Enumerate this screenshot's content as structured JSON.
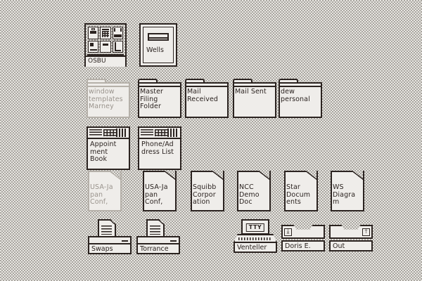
{
  "desktop": {
    "background_color": "#e8e6e2",
    "dither_color": "#a9a6a0",
    "ink_color": "#2b2320",
    "face_color": "#efedea",
    "dim_ink_color": "#b5b0a9"
  },
  "rows": {
    "row1": {
      "suite": {
        "label": "OSBU",
        "cells": [
          {
            "icon": "printer-icon"
          },
          {
            "icon": "calculator-icon"
          },
          {
            "icon": "in-tray-icon"
          },
          {
            "icon": "form-document-icon"
          },
          {
            "icon": "memo-document-icon"
          },
          {
            "icon": "report-document-icon"
          }
        ]
      },
      "record_file": {
        "label": "Wells"
      }
    },
    "folders": [
      {
        "label": "window\ntemplates\nMarney",
        "state": "dimmed"
      },
      {
        "label": "Master\nFiling\nFolder",
        "state": "normal"
      },
      {
        "label": "Mail\nReceived",
        "state": "normal"
      },
      {
        "label": "Mail Sent",
        "state": "normal"
      },
      {
        "label": "dew\npersonal",
        "state": "normal"
      }
    ],
    "books": [
      {
        "label": "Appoint\nment\nBook"
      },
      {
        "label": "Phone/Ad\ndress List"
      }
    ],
    "documents": [
      {
        "label": "USA-Ja\npan\nConf,",
        "state": "dimmed"
      },
      {
        "label": "USA-Ja\npan\nConf,",
        "state": "normal"
      },
      {
        "label": "Squibb\nCorpor\nation",
        "state": "normal"
      },
      {
        "label": "NCC\nDemo\nDoc",
        "state": "normal"
      },
      {
        "label": "Star\nDocum\nents",
        "state": "normal"
      },
      {
        "label": "WS\nDiagra\nm",
        "state": "normal"
      }
    ],
    "baskets": [
      {
        "label": "Swaps"
      },
      {
        "label": "Torrance"
      }
    ],
    "terminal": {
      "label": "Venteller",
      "screen_text": "TTY"
    },
    "trays": [
      {
        "label": "Doris E.",
        "arrow": "in-arrow-icon",
        "glyph": "⤓",
        "side": "left"
      },
      {
        "label": "Out",
        "arrow": "out-arrow-icon",
        "glyph": "⤒",
        "side": "right"
      }
    ]
  }
}
